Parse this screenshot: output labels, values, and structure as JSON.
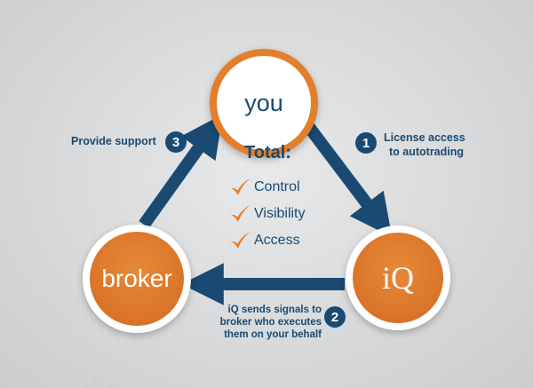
{
  "nodes": {
    "you": "you",
    "broker": "broker",
    "iq": "iQ"
  },
  "steps": [
    {
      "number": "1",
      "line1": "License access",
      "line2": "to autotrading"
    },
    {
      "number": "2",
      "line1": "iQ sends signals to",
      "line2": "broker who executes",
      "line3": "them on your behalf"
    },
    {
      "number": "3",
      "line1": "Provide support"
    }
  ],
  "total": {
    "title": "Total:",
    "items": [
      "Control",
      "Visibility",
      "Access"
    ]
  },
  "colors": {
    "navy": "#1a4a72",
    "orange": "#e37f2a",
    "background": "#d8dadb"
  },
  "icons": [
    "arrow-icon",
    "check-icon"
  ]
}
